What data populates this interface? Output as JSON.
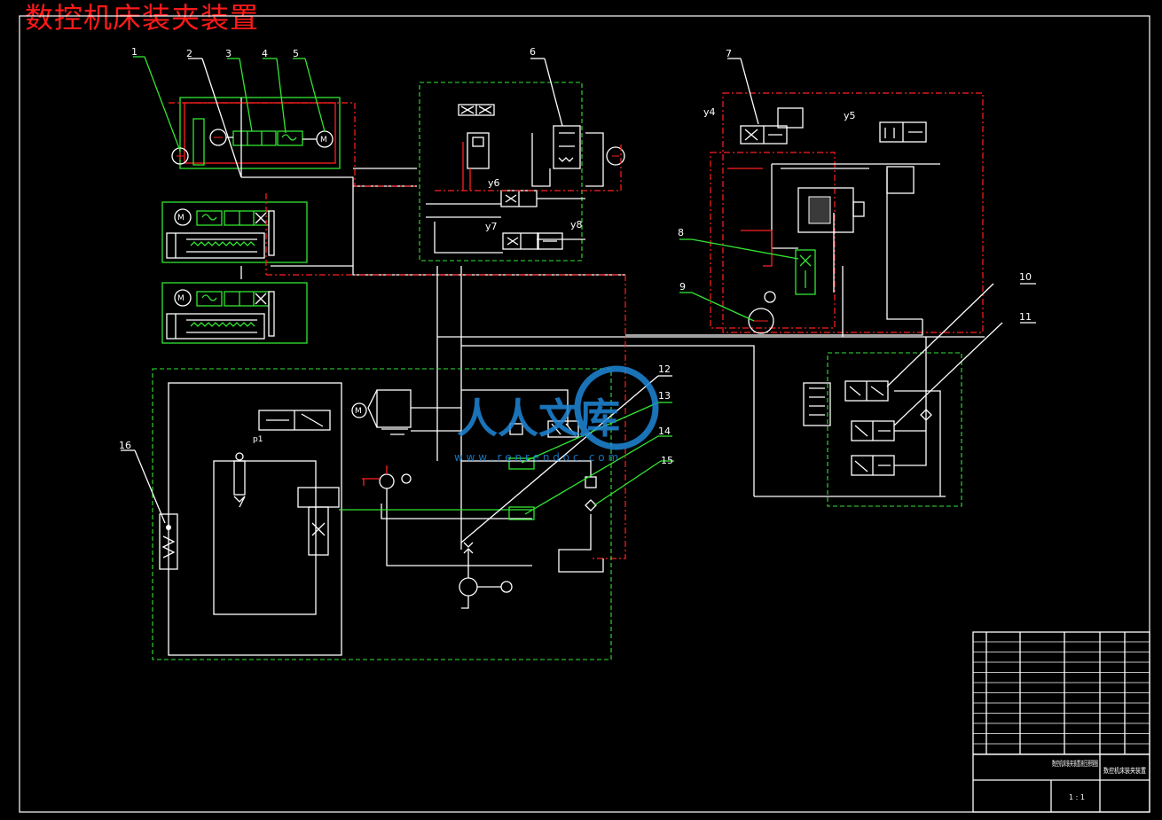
{
  "title": "数控机床装夹装置",
  "callouts": [
    "1",
    "2",
    "3",
    "4",
    "5",
    "6",
    "7",
    "8",
    "9",
    "10",
    "11",
    "12",
    "13",
    "14",
    "15",
    "16"
  ],
  "solenoids": {
    "y4": "y4",
    "y5": "y5",
    "y6": "y6",
    "y7": "y7",
    "y8": "y8",
    "p1": "p1"
  },
  "watermark": {
    "brand": "人人文库",
    "url": "w w w . r e n r e n d o c . c o m"
  },
  "title_block": {
    "drawing_name": "数控机床装夹装置液压原理图",
    "drawing_name_right": "数控机床装夹装置",
    "scale": "1 : 1"
  },
  "colors": {
    "background": "#000000",
    "title": "#ff1a1a",
    "white": "#ffffff",
    "green": "#32e632",
    "red": "#ff2020",
    "watermark": "#1f86d8"
  }
}
